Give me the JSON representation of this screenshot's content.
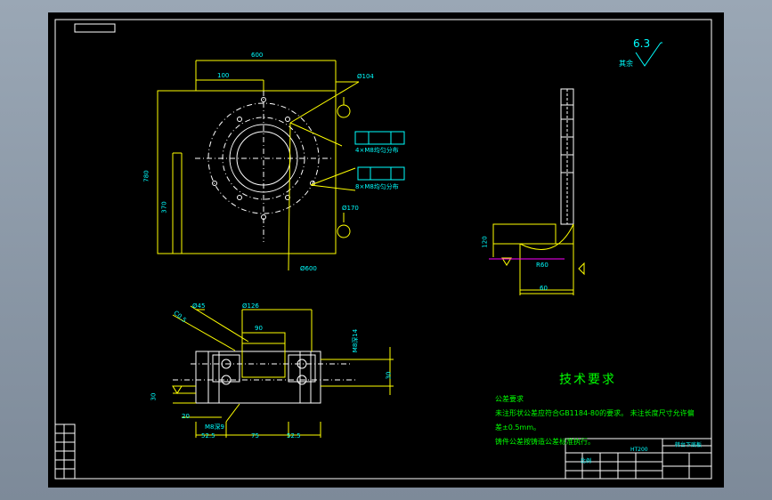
{
  "roughness": {
    "value": "6.3",
    "label": "其余"
  },
  "top_view": {
    "dim_width": "600",
    "dim_offset": "100",
    "dim_height_left": "780",
    "dim_height_inner": "370",
    "dia_bolt": "Ø104",
    "dia_pcd": "Ø170",
    "dia_outer": "Ø600",
    "note_upper": "4×M8均匀分布",
    "note_lower": "8×M8均匀分布"
  },
  "side_view": {
    "dim_vertical": "120",
    "dim_radius": "R60",
    "dim_bottom": "60"
  },
  "front_view": {
    "dim_45": "Ø45",
    "dim_126": "Ø126",
    "dim_chamfer": "C0.5",
    "dim_90": "90",
    "dim_thread_right": "M8深14",
    "dim_right_height": "30",
    "dim_left_height": "30",
    "dim_bottom_left": "52.5",
    "dim_bottom_mid": "75",
    "dim_bottom_right": "52.5",
    "dim_m8": "M8深9",
    "dim_20": "20"
  },
  "technical": {
    "title": "技术要求",
    "lines": [
      "公差要求",
      "未注形状公差应符合GB1184-80的要求。  未注长度尺寸允许偏",
      "差±0.5mm。",
      "铸件公差按铸造公差标准执行。"
    ]
  },
  "title_block": {
    "part_name": "转台下底板",
    "material": "HT200",
    "sheet_label": "比例"
  }
}
